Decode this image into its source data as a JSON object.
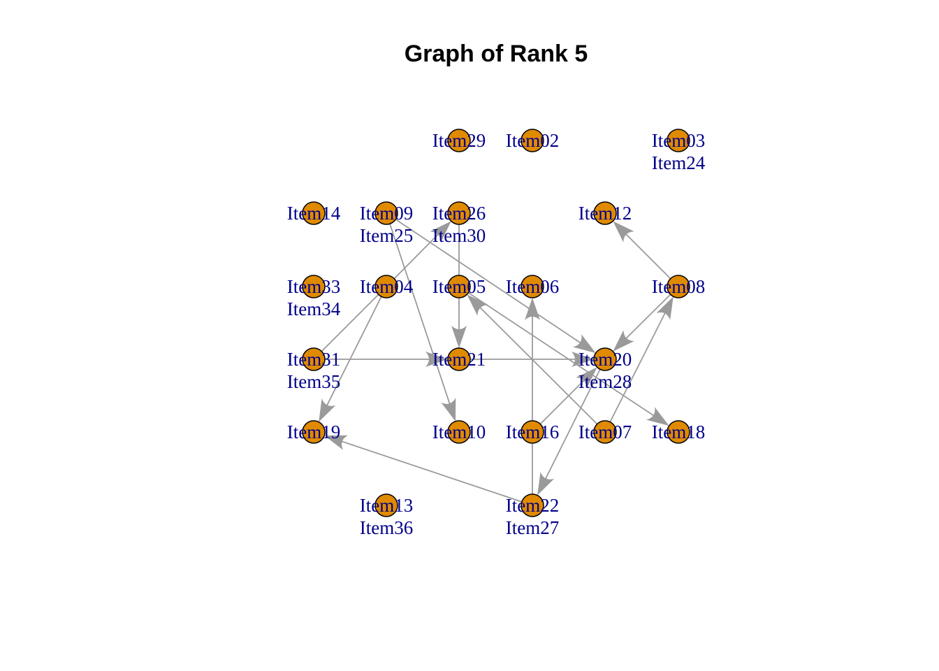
{
  "title": "Graph of  Rank 5",
  "colors": {
    "node_fill": "#E08A00",
    "node_stroke": "#000000",
    "label": "#00008B",
    "edge": "#9A9A9A"
  },
  "nodes": [
    "Item29",
    "Item02",
    "Item03",
    "Item24",
    "Item14",
    "Item09",
    "Item25",
    "Item26",
    "Item30",
    "Item12",
    "Item33",
    "Item34",
    "Item04",
    "Item05",
    "Item06",
    "Item08",
    "Item31",
    "Item35",
    "Item21",
    "Item20",
    "Item28",
    "Item19",
    "Item10",
    "Item16",
    "Item07",
    "Item18",
    "Item13",
    "Item36",
    "Item22",
    "Item27"
  ],
  "edges": [
    {
      "from": "Item04",
      "to": "Item26",
      "arrow": true
    },
    {
      "from": "Item04",
      "to": "Item19",
      "arrow": true
    },
    {
      "from": "Item31",
      "to": "Item04",
      "arrow": false
    },
    {
      "from": "Item09",
      "to": "Item10",
      "arrow": true
    },
    {
      "from": "Item09",
      "to": "Item20",
      "arrow": true
    },
    {
      "from": "Item26",
      "to": "Item05",
      "arrow": false
    },
    {
      "from": "Item05",
      "to": "Item21",
      "arrow": true
    },
    {
      "from": "Item05",
      "to": "Item18",
      "arrow": true
    },
    {
      "from": "Item07",
      "to": "Item05",
      "arrow": true
    },
    {
      "from": "Item35",
      "to": "Item21",
      "arrow": true
    },
    {
      "from": "Item21",
      "to": "Item20",
      "arrow": true
    },
    {
      "from": "Item16",
      "to": "Item06",
      "arrow": true
    },
    {
      "from": "Item16",
      "to": "Item20",
      "arrow": true
    },
    {
      "from": "Item16",
      "to": "Item22",
      "arrow": false
    },
    {
      "from": "Item20",
      "to": "Item22",
      "arrow": true
    },
    {
      "from": "Item07",
      "to": "Item08",
      "arrow": true
    },
    {
      "from": "Item08",
      "to": "Item20",
      "arrow": true
    },
    {
      "from": "Item08",
      "to": "Item12",
      "arrow": true
    },
    {
      "from": "Item22",
      "to": "Item19",
      "arrow": true
    }
  ]
}
